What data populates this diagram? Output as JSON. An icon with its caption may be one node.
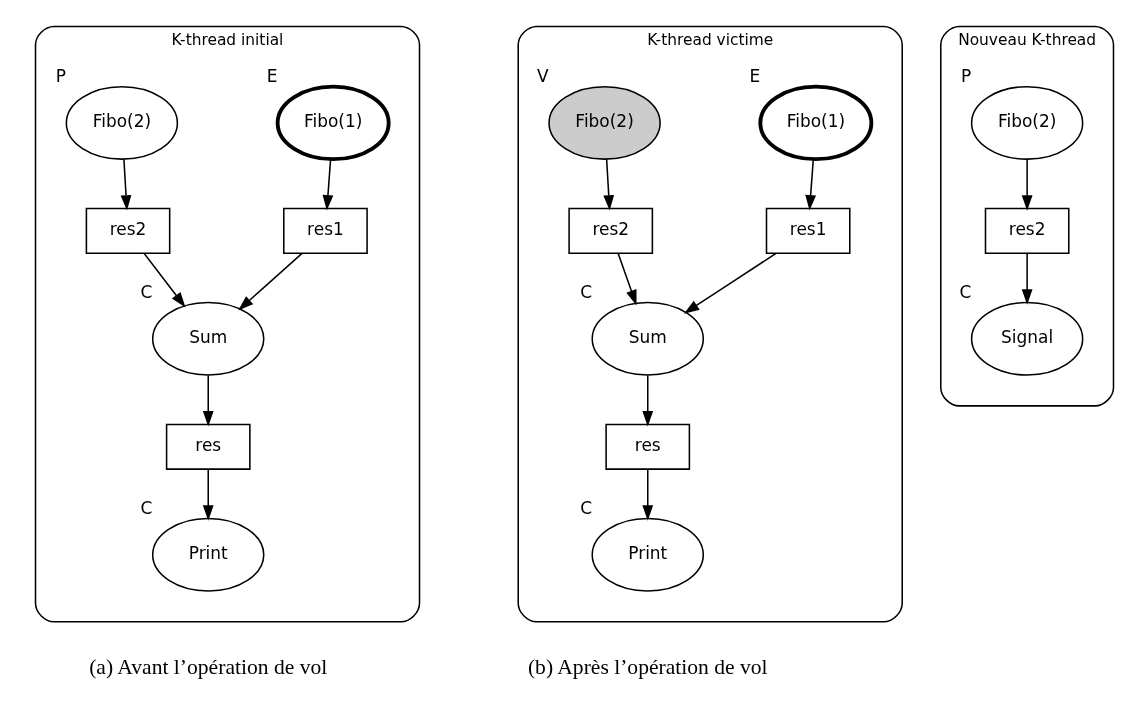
{
  "diagram": {
    "nodes": [
      {
        "text": [
          "K-thread initial"
        ]
      },
      {
        "text": [
          "Fibo(1)"
        ],
        "in": 0,
        "beside": [
          "E"
        ]
      },
      {
        "text": [
          "Fibo(2)"
        ],
        "in": 0,
        "beside": [
          "P"
        ]
      },
      {
        "text": [
          "res1"
        ],
        "in": 0
      },
      {
        "text": [
          "res2"
        ],
        "in": 0
      },
      {
        "text": [
          "Sum"
        ],
        "in": 0,
        "beside": [
          "C"
        ]
      },
      {
        "text": [
          "res"
        ],
        "in": 0
      },
      {
        "text": [
          "Print"
        ],
        "in": 0,
        "beside": [
          "C"
        ]
      },
      {
        "text": [
          "K-thread victime"
        ]
      },
      {
        "text": [
          "Fibo(1)"
        ],
        "in": 8,
        "beside": [
          "E"
        ]
      },
      {
        "text": [
          "Fibo(2)"
        ],
        "in": 8,
        "beside": [
          "V"
        ]
      },
      {
        "text": [
          "res1"
        ],
        "in": 8
      },
      {
        "text": [
          "res2"
        ],
        "in": 8
      },
      {
        "text": [
          "Sum"
        ],
        "in": 8,
        "beside": [
          "C"
        ]
      },
      {
        "text": [
          "res"
        ],
        "in": 8
      },
      {
        "text": [
          "Print"
        ],
        "in": 8,
        "beside": [
          "C"
        ]
      },
      {
        "text": [
          "Nouveau K-thread"
        ]
      },
      {
        "text": [
          "Fibo(2)"
        ],
        "in": 16,
        "beside": [
          "P"
        ]
      },
      {
        "text": [
          "res2"
        ],
        "in": 16
      },
      {
        "text": [
          "Signal"
        ],
        "in": 16,
        "beside": [
          "C"
        ]
      }
    ],
    "edges": [
      {
        "from": 1,
        "to": 3,
        "arrow": "to"
      },
      {
        "from": 2,
        "to": 4,
        "arrow": "to"
      },
      {
        "from": 3,
        "to": 5,
        "arrow": "to"
      },
      {
        "from": 4,
        "to": 5,
        "arrow": "to"
      },
      {
        "from": 5,
        "to": 6,
        "arrow": "to"
      },
      {
        "from": 6,
        "to": 7,
        "arrow": "to"
      },
      {
        "from": 9,
        "to": 11,
        "arrow": "to"
      },
      {
        "from": 10,
        "to": 12,
        "arrow": "to"
      },
      {
        "from": 11,
        "to": 13,
        "arrow": "to"
      },
      {
        "from": 12,
        "to": 13,
        "arrow": "to"
      },
      {
        "from": 13,
        "to": 14,
        "arrow": "to"
      },
      {
        "from": 14,
        "to": 15,
        "arrow": "to"
      },
      {
        "from": 17,
        "to": 18,
        "arrow": "to"
      },
      {
        "from": 18,
        "to": 19,
        "arrow": "to"
      }
    ],
    "labels": [
      "(a) Avant l’opération de vol",
      "(b) Après l’opération de vol"
    ]
  }
}
